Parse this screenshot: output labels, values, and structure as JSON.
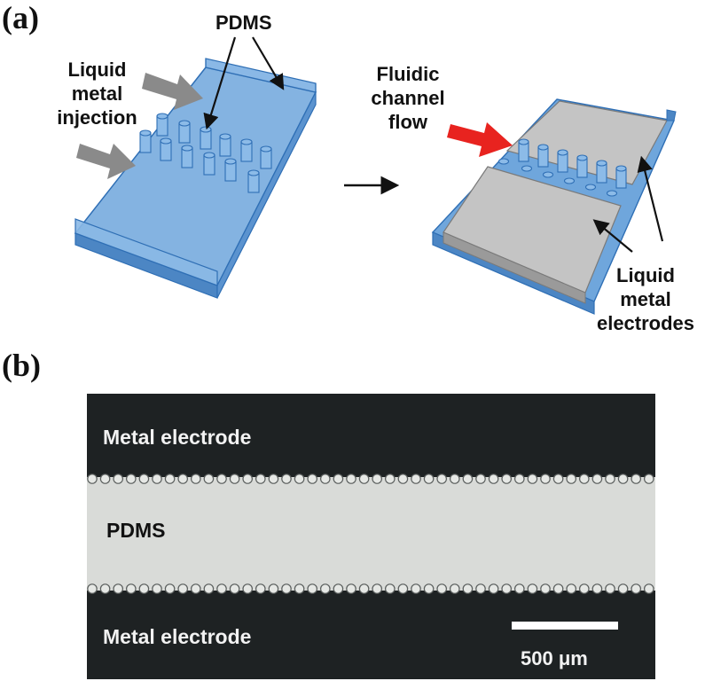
{
  "panel_a": {
    "label": "(a)",
    "pdms_label": "PDMS",
    "injection_label": [
      "Liquid",
      "metal",
      "injection"
    ],
    "fluidic_label": [
      "Fluidic",
      "channel",
      "flow"
    ],
    "electrodes_label": [
      "Liquid",
      "metal",
      "electrodes"
    ]
  },
  "panel_b": {
    "label": "(b)",
    "top_electrode": "Metal electrode",
    "channel": "PDMS",
    "bottom_electrode": "Metal electrode",
    "scale_bar": "500 μm"
  },
  "colors": {
    "pdms_blue": "#6fa6dc",
    "pdms_edge": "#2f6fb5",
    "metal_gray": "#c4c4c4",
    "flow_arrow": "#e8231f",
    "injection_arrow": "#8a8a8a",
    "micrograph_dark": "#1e2223",
    "micrograph_channel": "#d9dbd8"
  }
}
